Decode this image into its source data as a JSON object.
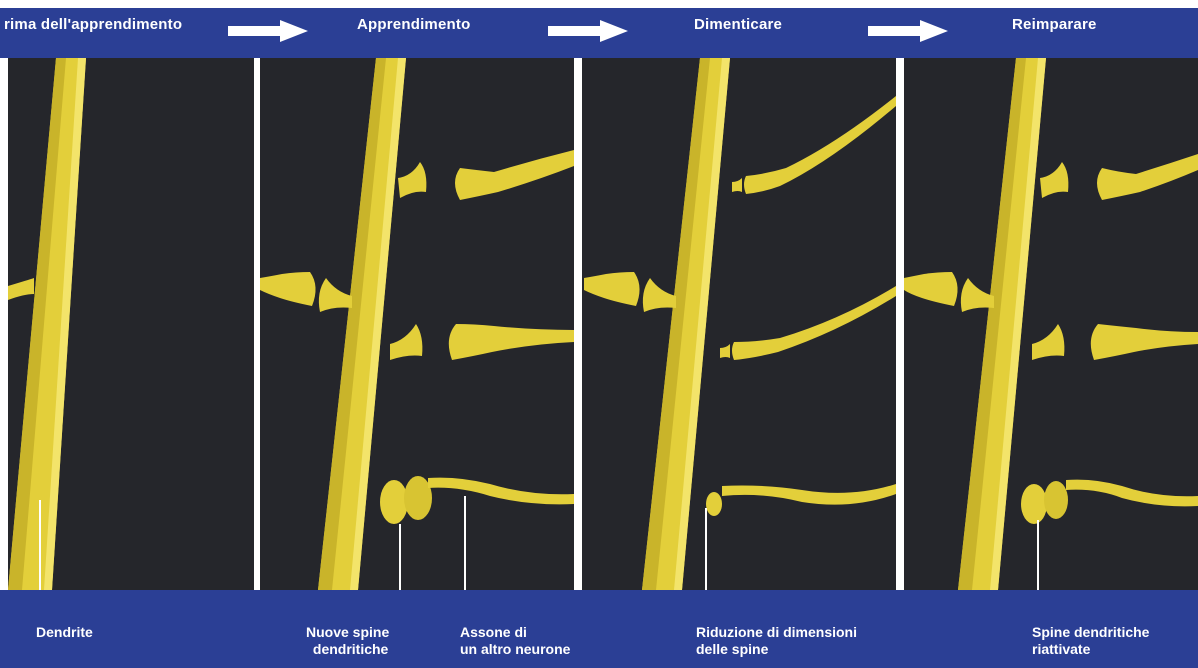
{
  "stages": {
    "before": "rima dell'apprendimento",
    "learning": "Apprendimento",
    "forgetting": "Dimenticare",
    "relearning": "Reimparare"
  },
  "labels": {
    "dendrite": "Dendrite",
    "new_spines_line1": "Nuove spine",
    "new_spines_line2": "dendritiche",
    "axon_line1": "Assone di",
    "axon_line2": "un altro neurone",
    "reduction_line1": "Riduzione di dimensioni",
    "reduction_line2": "delle spine",
    "reactivated_line1": "Spine dendritiche",
    "reactivated_line2": "riattivate"
  },
  "colors": {
    "band": "#2b3f95",
    "panel": "#25262b",
    "neuron": "#e3cf3a",
    "text": "#ffffff"
  },
  "icons": [
    "arrow-right-icon"
  ]
}
